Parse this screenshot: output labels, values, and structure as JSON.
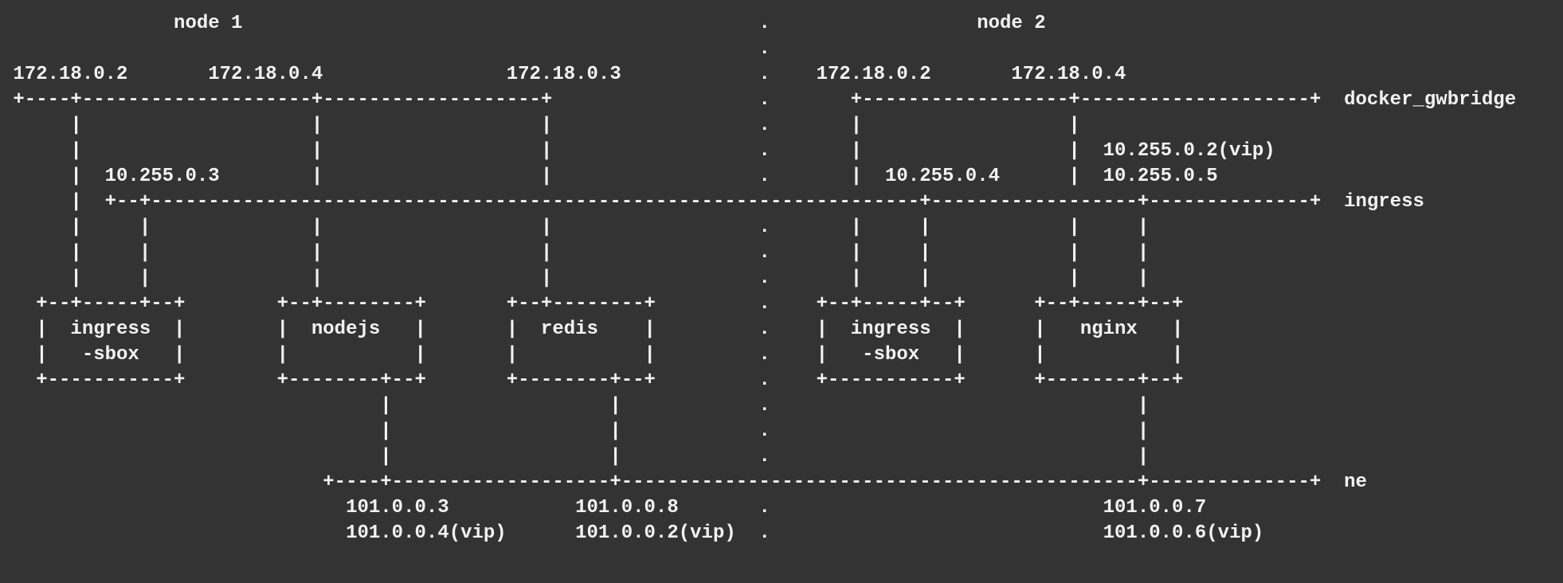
{
  "terminal": {
    "background_color": "#333333",
    "text_color": "#f2f2f2",
    "diagram_lines": [
      "               node 1                                             .                  node 2",
      "                                                                  .",
      " 172.18.0.2       172.18.0.4                172.18.0.3            .    172.18.0.2       172.18.0.4",
      " +----+--------------------+-------------------+                  .       +------------------+--------------------+  docker_gwbridge",
      "      |                    |                   |                  .       |                  |",
      "      |                    |                   |                  .       |                  |  10.255.0.2(vip)",
      "      |  10.255.0.3        |                   |                  .       |  10.255.0.4      |  10.255.0.5",
      "      |  +--+-------------------------------------------------------------------+------------------+--------------+  ingress",
      "      |     |              |                   |                  .       |     |            |     |",
      "      |     |              |                   |                  .       |     |            |     |",
      "      |     |              |                   |                  .       |     |            |     |",
      "   +--+-----+--+        +--+--------+       +--+--------+         .    +--+-----+--+      +--+-----+--+",
      "   |  ingress  |        |  nodejs   |       |  redis    |         .    |  ingress  |      |   nginx   |",
      "   |   -sbox   |        |           |       |           |         .    |   -sbox   |      |           |",
      "   +-----------+        +--------+--+       +--------+--+         .    +-----------+      +--------+--+",
      "                                 |                   |            .                                |",
      "                                 |                   |            .                                |",
      "                                 |                   |            .                                |",
      "                            +----+-------------------+---------------------------------------------+--------------+  ne",
      "                              101.0.0.3           101.0.0.8       .                             101.0.0.7",
      "                              101.0.0.4(vip)      101.0.0.2(vip)  .                             101.0.0.6(vip)"
    ]
  },
  "diagram": {
    "networks": [
      {
        "label": "docker_gwbridge"
      },
      {
        "label": "ingress"
      },
      {
        "label": "ne"
      }
    ],
    "nodes": [
      {
        "title": "node 1",
        "gwbridge_ips": [
          "172.18.0.2",
          "172.18.0.4",
          "172.18.0.3"
        ],
        "ingress_ips": [
          "10.255.0.3"
        ],
        "containers": [
          {
            "name": "ingress-sbox"
          },
          {
            "name": "nodejs",
            "overlay_ips": [
              "101.0.0.3",
              "101.0.0.4(vip)"
            ]
          },
          {
            "name": "redis",
            "overlay_ips": [
              "101.0.0.8",
              "101.0.0.2(vip)"
            ]
          }
        ]
      },
      {
        "title": "node 2",
        "gwbridge_ips": [
          "172.18.0.2",
          "172.18.0.4"
        ],
        "ingress_ips": [
          "10.255.0.4",
          "10.255.0.2(vip)",
          "10.255.0.5"
        ],
        "containers": [
          {
            "name": "ingress-sbox"
          },
          {
            "name": "nginx",
            "overlay_ips": [
              "101.0.0.7",
              "101.0.0.6(vip)"
            ]
          }
        ]
      }
    ]
  }
}
